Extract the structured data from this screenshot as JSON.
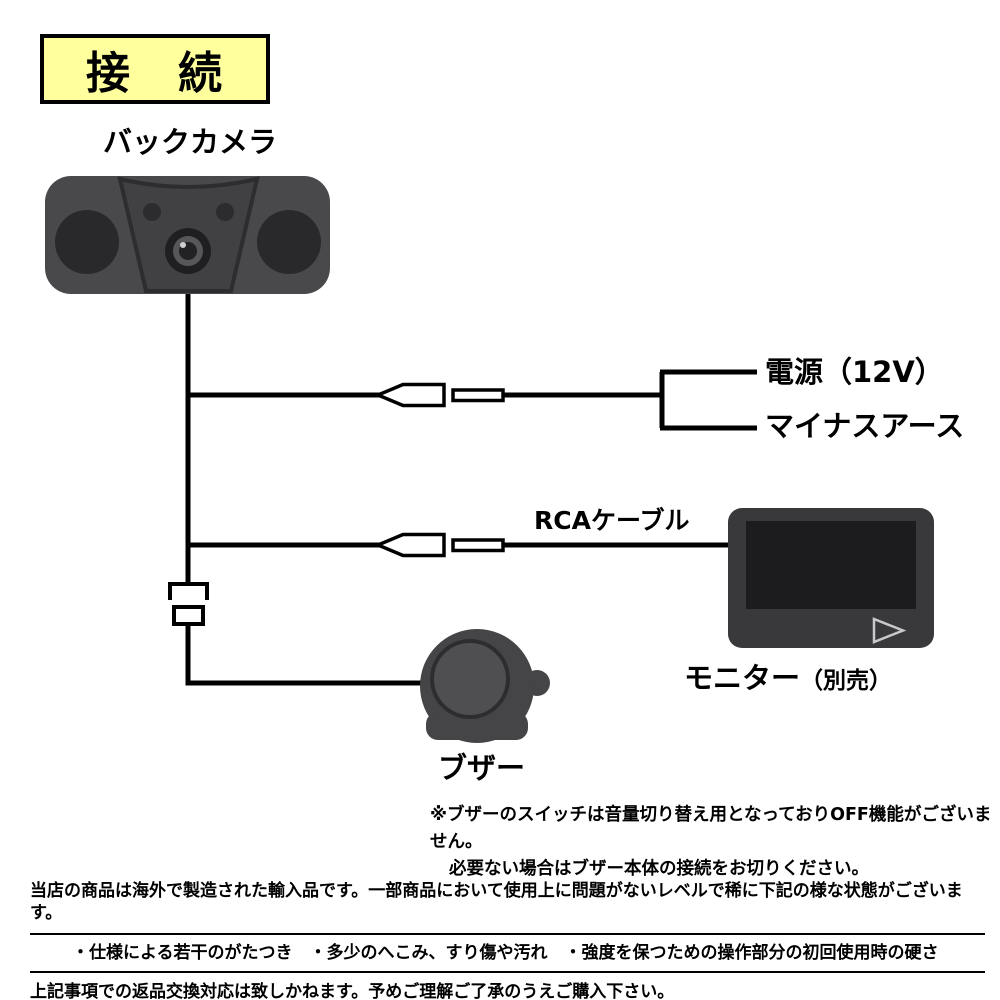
{
  "title": "接　続",
  "diagram": {
    "camera_label": "バックカメラ",
    "power_label": "電源（12V）",
    "ground_label": "マイナスアース",
    "rca_label": "RCAケーブル",
    "monitor_label": "モニター",
    "monitor_label_sub": "（別売）",
    "buzzer_label": "ブザー"
  },
  "note": {
    "line1": "※ブザーのスイッチは音量切り替え用となっておりOFF機能がございません。",
    "line2": "必要ない場合はブザー本体の接続をお切りください。"
  },
  "footer": {
    "line1": "当店の商品は海外で製造された輸入品です。一部商品において使用上に問題がないレベルで稀に下記の様な状態がございます。",
    "line2": "・仕様による若干のがたつき　・多少のへこみ、すり傷や汚れ　・強度を保つための操作部分の初回使用時の硬さ",
    "line3": "上記事項での返品交換対応は致しかねます。予めご理解ご了承のうえご購入下さい。"
  },
  "colors": {
    "highlight_yellow": "#ffff9e",
    "device_gray": "#49494c",
    "device_dark": "#29292b",
    "screen_black": "#1c1c1e",
    "wire_black": "#000000"
  }
}
